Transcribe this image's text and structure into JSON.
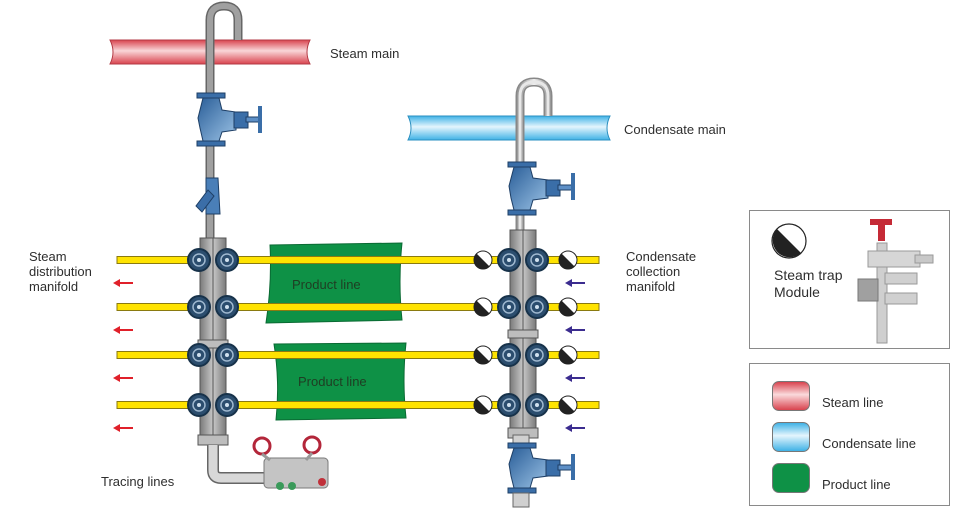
{
  "labels": {
    "steam_main": "Steam main",
    "condensate_main": "Condensate main",
    "steam_distribution_manifold": "Steam\ndistribution\nmanifold",
    "condensate_collection_manifold": "Condensate\ncollection\nmanifold",
    "product_line_1": "Product line",
    "product_line_2": "Product line",
    "tracing_lines": "Tracing lines"
  },
  "steam_trap_box": {
    "label": "Steam trap\nModule"
  },
  "legend": {
    "items": [
      {
        "label": "Steam line",
        "color": "#e05a62"
      },
      {
        "label": "Condensate line",
        "color": "#5cc0ec"
      },
      {
        "label": "Product line",
        "color": "#0e9146"
      }
    ]
  },
  "colors": {
    "steam_pipe": "#e25d66",
    "condensate_pipe": "#62c3ee",
    "product": "#0e9146",
    "tracer": "#ffe300",
    "valve_blue": "#2e5f93",
    "manifold_gray": "#a8a8a8",
    "steam_arrow": "#e0202a",
    "condensate_arrow": "#3b2c8f"
  },
  "tracer_count": 4
}
